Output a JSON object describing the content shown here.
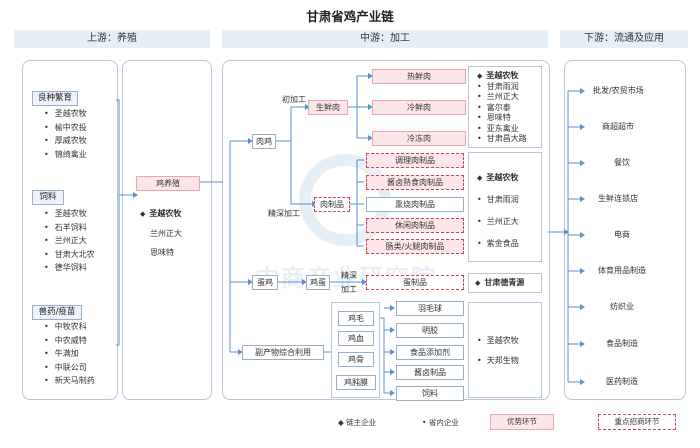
{
  "title": "甘肃省鸡产业链",
  "bands": {
    "upstream": "上游：养殖",
    "midstream": "中游：加工",
    "downstream": "下游：流通及应用"
  },
  "upstream": {
    "breeding": {
      "title": "良种繁育",
      "items": [
        "圣越农牧",
        "榆中农投",
        "厚威农牧",
        "锦绮禽业"
      ]
    },
    "feed": {
      "title": "饲料",
      "items": [
        "圣越农牧",
        "石羊饲料",
        "兰州正大",
        "甘肃大北农",
        "德华饲料"
      ]
    },
    "vet": {
      "title": "兽药/疫苗",
      "items": [
        "中牧农科",
        "中农威特",
        "牛满加",
        "中联公司",
        "新天马制药"
      ]
    }
  },
  "farming": {
    "box": "鸡养殖",
    "companies": [
      "圣越农牧",
      "兰州正大",
      "恩味特"
    ]
  },
  "midstream": {
    "meat_chicken": "肉鸡",
    "egg_chicken": "蛋鸡",
    "egg_yolk": "鸡蛋",
    "labels": {
      "first_process": "初加工",
      "deep_process": "精深加工",
      "deep1": "精深",
      "deep2": "加工"
    },
    "fresh_meat": "生鲜肉",
    "meat_products": "肉制品",
    "by_products": "副产物综合利用",
    "fresh_items": [
      "热鲜肉",
      "冷鲜肉",
      "冷冻肉"
    ],
    "product_items": [
      "调理肉制品",
      "酱卤熟食肉制品",
      "熏烧肉制品",
      "休闲肉制品",
      "肠类/火腿肉制品"
    ],
    "egg_item": "蛋制品",
    "byproduct_sources": [
      "鸡毛",
      "鸡血",
      "鸡骨",
      "鸡肫膜"
    ],
    "byproduct_items": [
      "羽毛球",
      "明胶",
      "食品添加剂",
      "酱卤制品",
      "饲料"
    ]
  },
  "mid_companies": {
    "fresh": {
      "head": "圣越农牧",
      "items": [
        "甘肃雨润",
        "兰州正大",
        "富尔泰",
        "恩味特",
        "亚东禽业",
        "甘肃昌大路"
      ]
    },
    "products": {
      "head": "圣越农牧",
      "items": [
        "甘肃雨润",
        "兰州正大",
        "紫金食品"
      ]
    },
    "egg": {
      "head": "甘肃德青源"
    },
    "by": {
      "items": [
        "圣越农牧",
        "天邦生物"
      ]
    }
  },
  "downstream": [
    "批发/农贸市场",
    "商超超市",
    "餐饮",
    "生鲜连锁店",
    "电商",
    "体育用品制造",
    "纺织业",
    "食品制造",
    "医药制造"
  ],
  "watermark": "中商产业研究院",
  "legend": {
    "key_company": "链主企业",
    "local_company": "省内企业",
    "advantage": "优势环节",
    "focus": "重点招商环节"
  }
}
